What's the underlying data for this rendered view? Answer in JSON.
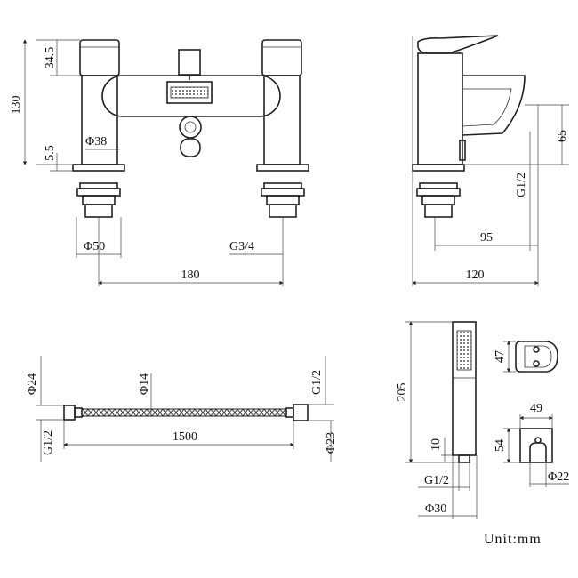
{
  "front_view": {
    "height_total": "130",
    "handle_height": "34.5",
    "diameter_body": "Φ38",
    "base_height": "5.5",
    "diameter_base": "Φ50",
    "thread": "G3/4",
    "centers": "180"
  },
  "side_view": {
    "spout_height": "65",
    "thread": "G1/2",
    "reach": "95",
    "depth": "120"
  },
  "hose": {
    "diameter_end": "Φ24",
    "diameter_hose": "Φ14",
    "thread_right": "G1/2",
    "length": "1500",
    "thread_left": "G1/2",
    "diameter_right": "Φ23"
  },
  "handset": {
    "length": "205",
    "end_length": "10",
    "thread": "G1/2",
    "diameter": "Φ30"
  },
  "wall_bracket": {
    "height": "47",
    "width": "49",
    "depth": "54",
    "diameter": "Φ22"
  },
  "unit_label": "Unit:mm"
}
